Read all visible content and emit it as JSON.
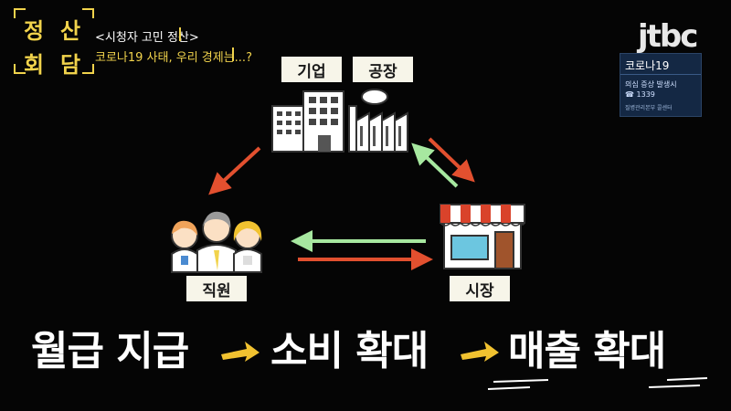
{
  "show_logo": {
    "chars": [
      "정",
      "산",
      "회",
      "담"
    ]
  },
  "subtitles": {
    "line1": "<시청자 고민 정산>",
    "line2": "코로나19 사태, 우리 경제는...?"
  },
  "broadcaster": "jtbc",
  "info_box": {
    "title": "코로나19",
    "line1": "의심 증상 발생시",
    "line2": "☎ 1339",
    "line3": "질병관리본부 콜센터"
  },
  "diagram": {
    "company_label": "기업",
    "factory_label": "공장",
    "employee_label": "직원",
    "market_label": "시장"
  },
  "headline": {
    "step1": "월급 지급",
    "step2": "소비 확대",
    "step3": "매출 확대"
  },
  "colors": {
    "accent_yellow": "#f1d34c",
    "arrow_red": "#e2502f",
    "arrow_green": "#a7e8a0",
    "info_blue": "#142844"
  }
}
